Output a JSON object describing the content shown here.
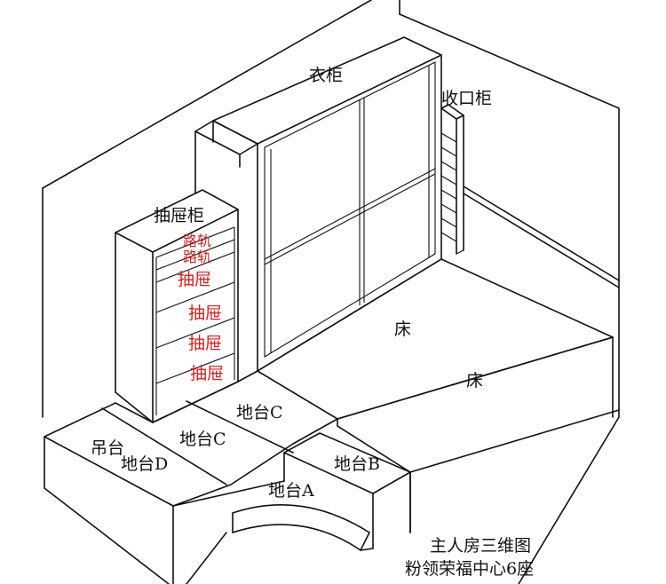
{
  "labels": {
    "wardrobe": "衣柜",
    "closing_cabinet": "收口柜",
    "drawer_cabinet": "抽屉柜",
    "rail_1": "路轨",
    "rail_2": "路轨",
    "drawer_1": "抽屉",
    "drawer_2": "抽屉",
    "drawer_3": "抽屉",
    "drawer_4": "抽屉",
    "bed_1": "床",
    "bed_2": "床",
    "platform_c_1": "地台C",
    "platform_c_2": "地台C",
    "hanging_platform": "吊台",
    "platform_d": "地台D",
    "platform_b": "地台B",
    "platform_a": "地台A"
  },
  "caption": {
    "line1": "主人房三维图",
    "line2": "粉领荣福中心6座"
  },
  "colors": {
    "line": "#111111",
    "red_text": "#d42020",
    "background": "#ffffff"
  }
}
